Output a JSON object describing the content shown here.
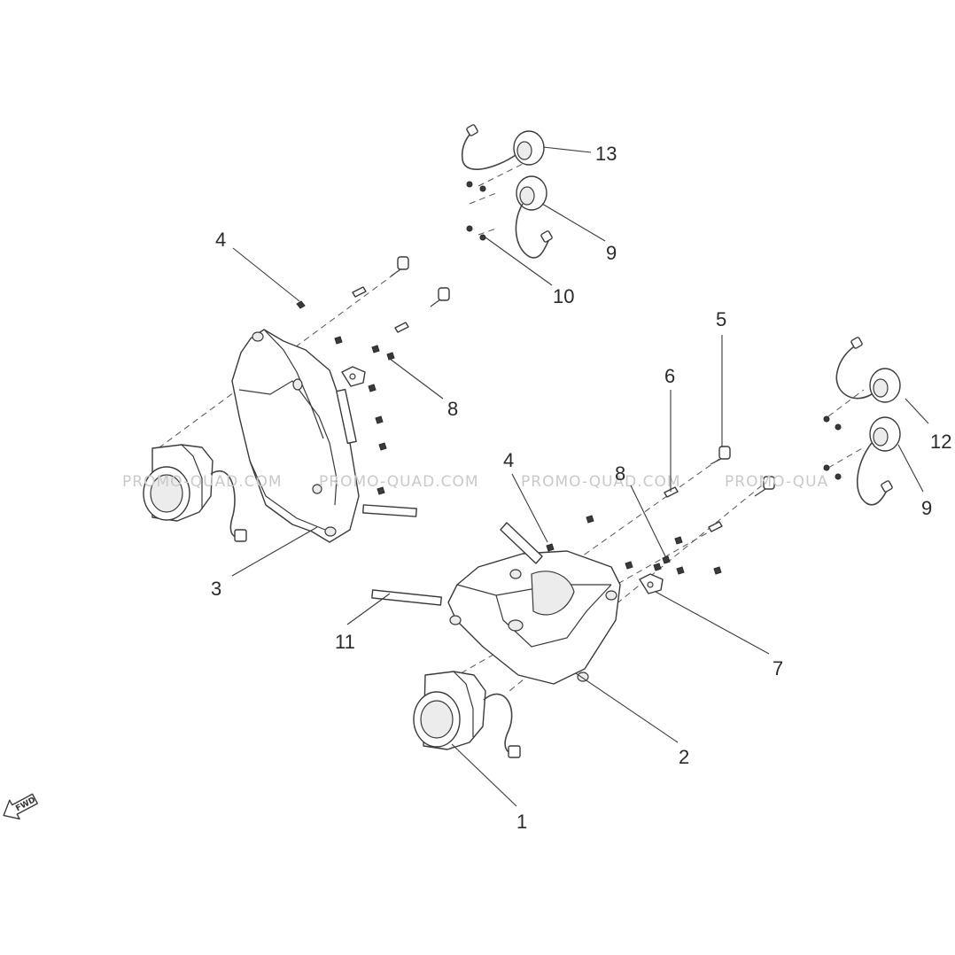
{
  "watermark": {
    "w1": "PROMO-QUAD.COM",
    "w2": "PROMO-QUAD.COM",
    "w3": "PROMO-QUAD.COM",
    "w4": "PROMO-QUA"
  },
  "direction_marker": "FWD",
  "callouts": {
    "c1": "1",
    "c2": "2",
    "c3": "3",
    "c4a": "4",
    "c4b": "4",
    "c5": "5",
    "c6": "6",
    "c7": "7",
    "c8a": "8",
    "c8b": "8",
    "c9a": "9",
    "c9b": "9",
    "c10": "10",
    "c11": "11",
    "c12": "12",
    "c13": "13"
  }
}
